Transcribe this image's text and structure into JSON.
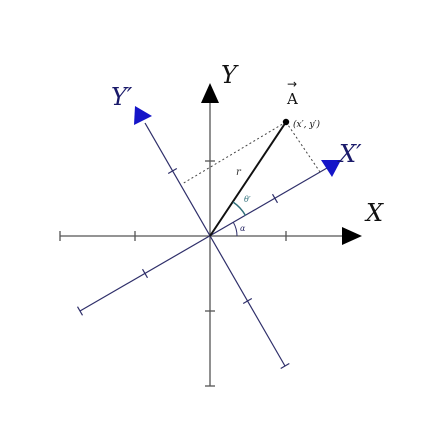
{
  "diagram": {
    "axis_labels": {
      "x": "X",
      "y": "Y",
      "x_prime": "X′",
      "y_prime": "Y′"
    },
    "vector": {
      "label": "A",
      "arrow_over": "→",
      "point_label": "(x′, y′)",
      "length_label": "r"
    },
    "angles": {
      "alpha": "α",
      "theta_prime": "θ′"
    },
    "colors": {
      "axis": "#555555",
      "axis_head": "#000000",
      "rotated_axis": "#2f2f6a",
      "rotated_head": "#1515c8",
      "vector": "#111111",
      "dotted": "#444444",
      "theta_arc": "#2f6f7a",
      "alpha_arc": "#2f2f6a"
    }
  }
}
